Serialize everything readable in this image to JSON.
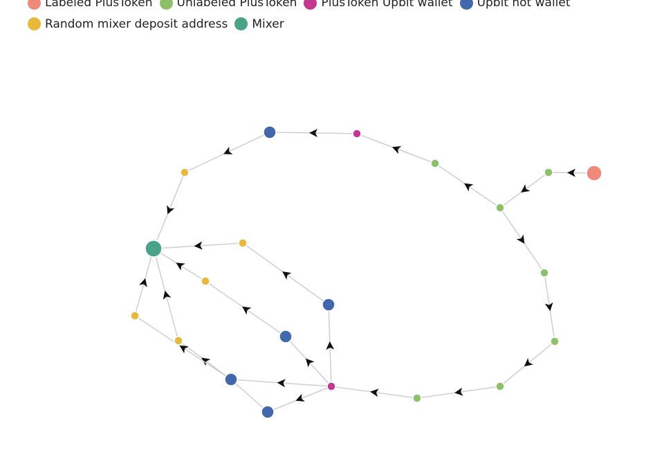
{
  "legend": [
    {
      "key": "labeled",
      "label": "Labeled PlusToken",
      "color": "#ef8a7a"
    },
    {
      "key": "unlabeled",
      "label": "Unlabeled PlusToken",
      "color": "#8cc06a"
    },
    {
      "key": "upbit_wallet",
      "label": "PlusToken Upbit wallet",
      "color": "#c4378f"
    },
    {
      "key": "upbit_hot",
      "label": "Upbit hot wallet",
      "color": "#4267ac"
    },
    {
      "key": "deposit",
      "label": "Random mixer deposit address",
      "color": "#e8b83c"
    },
    {
      "key": "mixer",
      "label": "Mixer",
      "color": "#4aa386"
    }
  ],
  "nodes": [
    {
      "id": "L0",
      "type": "labeled"
    },
    {
      "id": "U1",
      "type": "unlabeled"
    },
    {
      "id": "U2",
      "type": "unlabeled"
    },
    {
      "id": "U3",
      "type": "unlabeled"
    },
    {
      "id": "U4",
      "type": "unlabeled"
    },
    {
      "id": "U5",
      "type": "unlabeled"
    },
    {
      "id": "U6",
      "type": "unlabeled"
    },
    {
      "id": "U7",
      "type": "unlabeled"
    },
    {
      "id": "P1",
      "type": "upbit_wallet"
    },
    {
      "id": "P2",
      "type": "upbit_wallet"
    },
    {
      "id": "B1",
      "type": "upbit_hot"
    },
    {
      "id": "B2",
      "type": "upbit_hot"
    },
    {
      "id": "B3",
      "type": "upbit_hot"
    },
    {
      "id": "B4",
      "type": "upbit_hot"
    },
    {
      "id": "B5",
      "type": "upbit_hot"
    },
    {
      "id": "Y1",
      "type": "deposit"
    },
    {
      "id": "Y2",
      "type": "deposit"
    },
    {
      "id": "Y3",
      "type": "deposit"
    },
    {
      "id": "Y4",
      "type": "deposit"
    },
    {
      "id": "Y5",
      "type": "deposit"
    },
    {
      "id": "M",
      "type": "mixer"
    }
  ],
  "edges": [
    [
      "L0",
      "U1"
    ],
    [
      "U1",
      "U2"
    ],
    [
      "U2",
      "U3"
    ],
    [
      "U3",
      "P1"
    ],
    [
      "P1",
      "B1"
    ],
    [
      "B1",
      "Y1"
    ],
    [
      "Y1",
      "M"
    ],
    [
      "U2",
      "U4"
    ],
    [
      "U4",
      "U5"
    ],
    [
      "U5",
      "U6"
    ],
    [
      "U6",
      "U7"
    ],
    [
      "U7",
      "P2"
    ],
    [
      "P2",
      "B2"
    ],
    [
      "P2",
      "B3"
    ],
    [
      "P2",
      "B4"
    ],
    [
      "P2",
      "B5"
    ],
    [
      "B2",
      "Y2"
    ],
    [
      "Y2",
      "M"
    ],
    [
      "B3",
      "Y3"
    ],
    [
      "Y3",
      "M"
    ],
    [
      "B4",
      "Y5"
    ],
    [
      "Y5",
      "M"
    ],
    [
      "Y4",
      "M"
    ],
    [
      "B4",
      "Y4"
    ],
    [
      "B5",
      "B4"
    ]
  ]
}
